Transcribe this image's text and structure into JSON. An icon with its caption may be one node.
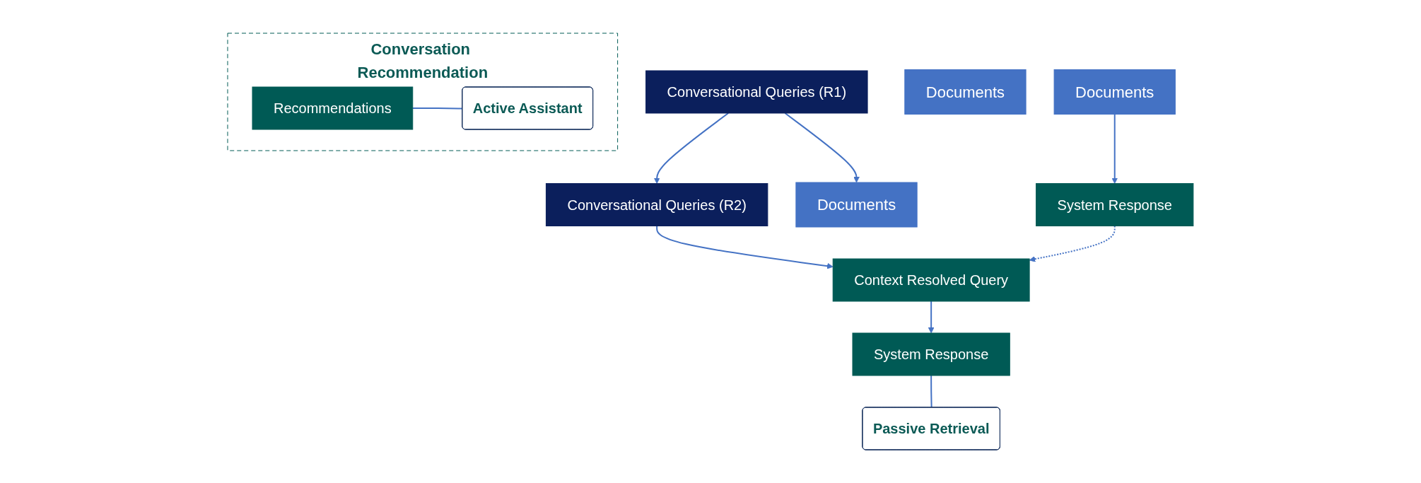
{
  "diagram": {
    "nodes": [
      {
        "text": [
          "Conversational Queries (R1)"
        ]
      },
      {
        "text": [
          "Documents"
        ]
      },
      {
        "text": [
          "Documents"
        ]
      },
      {
        "text": [
          "Documents"
        ]
      },
      {
        "text": [
          "System Response"
        ]
      },
      {
        "text": [
          "Conversational Queries (R2)"
        ]
      },
      {
        "text": [
          "Context Resolved Query"
        ]
      },
      {
        "text": [
          "System Response"
        ]
      },
      {
        "text": [
          "Passive Retrieval"
        ]
      },
      {
        "text": [
          "Conversation Recommendation"
        ]
      },
      {
        "text": [
          "Recommendations"
        ],
        "in": 9
      },
      {
        "text": [
          "Active Assistant"
        ],
        "in": 9
      }
    ],
    "edges": [
      {
        "from": 0,
        "to": 5,
        "arrow": "to"
      },
      {
        "from": 0,
        "to": 1,
        "arrow": "to"
      },
      {
        "from": 3,
        "to": 4,
        "arrow": "to"
      },
      {
        "from": 4,
        "to": 6,
        "arrow": "to",
        "style": "dashed"
      },
      {
        "from": 5,
        "to": 6,
        "arrow": "to"
      },
      {
        "from": 6,
        "to": 7,
        "arrow": "to"
      },
      {
        "from": 7,
        "to": 8,
        "arrow": "none"
      },
      {
        "from": 10,
        "to": 11,
        "arrow": "none"
      }
    ]
  }
}
